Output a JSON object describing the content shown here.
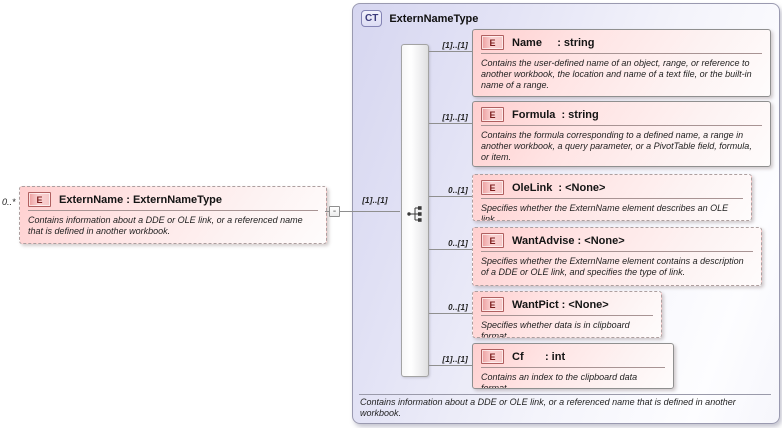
{
  "icons": {
    "element_badge": "E",
    "complextype_badge": "CT",
    "collapse_glyph": "-"
  },
  "root_element": {
    "cardinality": "0..*",
    "title": "ExternName : ExternNameType",
    "description": "Contains information about a DDE or OLE link, or a referenced name that is defined in another workbook.",
    "connector_cardinality": "[1]..[1]"
  },
  "complex_type": {
    "name": "ExternNameType",
    "compositor": "sequence",
    "description": "Contains information about a DDE or OLE link, or a referenced name that is defined in another workbook.",
    "children": [
      {
        "name": "Name",
        "type_label": ": string",
        "cardinality": "[1]..[1]",
        "description": "Contains the user-defined name of an object, range, or reference to another workbook, the location and name of a text file, or the built-in name of a range."
      },
      {
        "name": "Formula",
        "type_label": ": string",
        "cardinality": "[1]..[1]",
        "description": "Contains the formula corresponding to a defined name, a range in another workbook, a query parameter, or a PivotTable field, formula, or item."
      },
      {
        "name": "OleLink",
        "type_label": ": <None>",
        "cardinality": "0..[1]",
        "description": "Specifies whether the ExternName element describes an OLE link."
      },
      {
        "name": "WantAdvise",
        "type_label": ": <None>",
        "cardinality": "0..[1]",
        "description": "Specifies whether the ExternName element contains a description of a DDE or OLE link, and specifies the type of link."
      },
      {
        "name": "WantPict",
        "type_label": ": <None>",
        "cardinality": "0..[1]",
        "description": "Specifies whether data is in clipboard format."
      },
      {
        "name": "Cf",
        "type_label": ": int",
        "cardinality": "[1]..[1]",
        "description": "Contains an index to the clipboard data format."
      }
    ]
  }
}
